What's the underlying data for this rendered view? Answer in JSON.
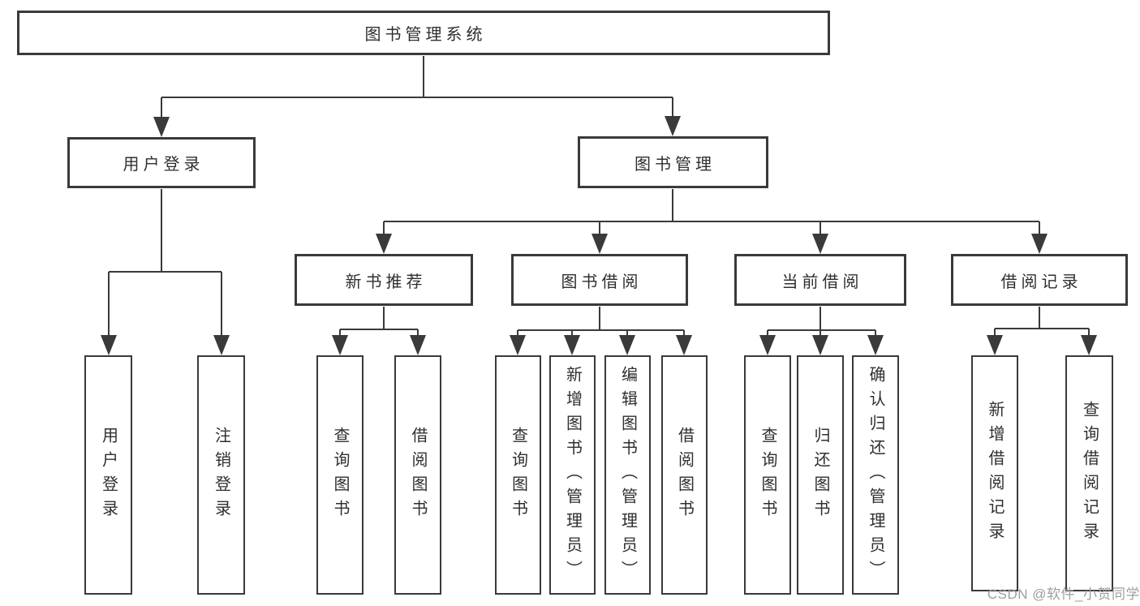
{
  "diagram": {
    "type": "hierarchy-tree",
    "root": {
      "label": "图书管理系统",
      "children": [
        {
          "label": "用户登录",
          "children": [
            {
              "label": "用户登录"
            },
            {
              "label": "注销登录"
            }
          ]
        },
        {
          "label": "图书管理",
          "children": [
            {
              "label": "新书推荐",
              "children": [
                {
                  "label": "查询图书"
                },
                {
                  "label": "借阅图书"
                }
              ]
            },
            {
              "label": "图书借阅",
              "children": [
                {
                  "label": "查询图书"
                },
                {
                  "label": "新增图书（管理员）"
                },
                {
                  "label": "编辑图书（管理员）"
                },
                {
                  "label": "借阅图书"
                }
              ]
            },
            {
              "label": "当前借阅",
              "children": [
                {
                  "label": "查询图书"
                },
                {
                  "label": "归还图书"
                },
                {
                  "label": "确认归还（管理员）"
                }
              ]
            },
            {
              "label": "借阅记录",
              "children": [
                {
                  "label": "新增借阅记录"
                },
                {
                  "label": "查询借阅记录"
                }
              ]
            }
          ]
        }
      ]
    },
    "colors": {
      "line": "#3a3a3a",
      "box_border": "#3a3a3a",
      "box_fill": "#ffffff",
      "text": "#2f2f2f",
      "background": "#ffffff"
    }
  },
  "watermark": {
    "text": "CSDN @软件_小贺同学",
    "color": "#9e9e9e"
  }
}
